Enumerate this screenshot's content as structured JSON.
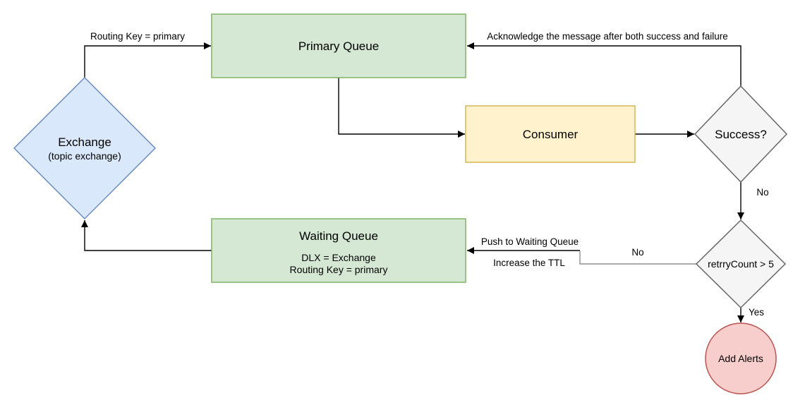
{
  "diagram": {
    "background_color": "#ffffff",
    "edge_color": "#000000",
    "muted_edge_color": "#8f8f8f",
    "nodes": {
      "exchange": {
        "shape": "diamond",
        "title": "Exchange",
        "subtitle": "(topic exchange)",
        "fill": "#dae8fc",
        "stroke": "#6c8ebf",
        "text_color": "#000000"
      },
      "primary_queue": {
        "shape": "rectangle",
        "title": "Primary Queue",
        "fill": "#d5e8d4",
        "stroke": "#82b366",
        "text_color": "#000000"
      },
      "consumer": {
        "shape": "rectangle",
        "title": "Consumer",
        "fill": "#fff2cc",
        "stroke": "#d6b656",
        "text_color": "#000000"
      },
      "success": {
        "shape": "diamond",
        "title": "Success?",
        "fill": "#f5f5f5",
        "stroke": "#666666",
        "text_color": "#333333"
      },
      "retry_count": {
        "shape": "diamond",
        "title": "retrryCount > 5",
        "fill": "#f5f5f5",
        "stroke": "#666666",
        "text_color": "#333333"
      },
      "waiting_queue": {
        "shape": "rectangle",
        "title": "Waiting Queue",
        "line2": "DLX = Exchange",
        "line3": "Routing Key = primary",
        "fill": "#d5e8d4",
        "stroke": "#82b366",
        "text_color": "#000000"
      },
      "add_alerts": {
        "shape": "circle",
        "title": "Add Alerts",
        "fill": "#f8cecc",
        "stroke": "#b85450",
        "text_color": "#000000"
      }
    },
    "edge_labels": {
      "routing_key": "Routing Key = primary",
      "acknowledge": "Acknowledge the message after both success and failure",
      "success_no": "No",
      "push_to_waiting": "Push to Waiting Queue",
      "increase_ttl": "Increase the TTL",
      "retry_no": "No",
      "retry_yes": "Yes"
    }
  }
}
